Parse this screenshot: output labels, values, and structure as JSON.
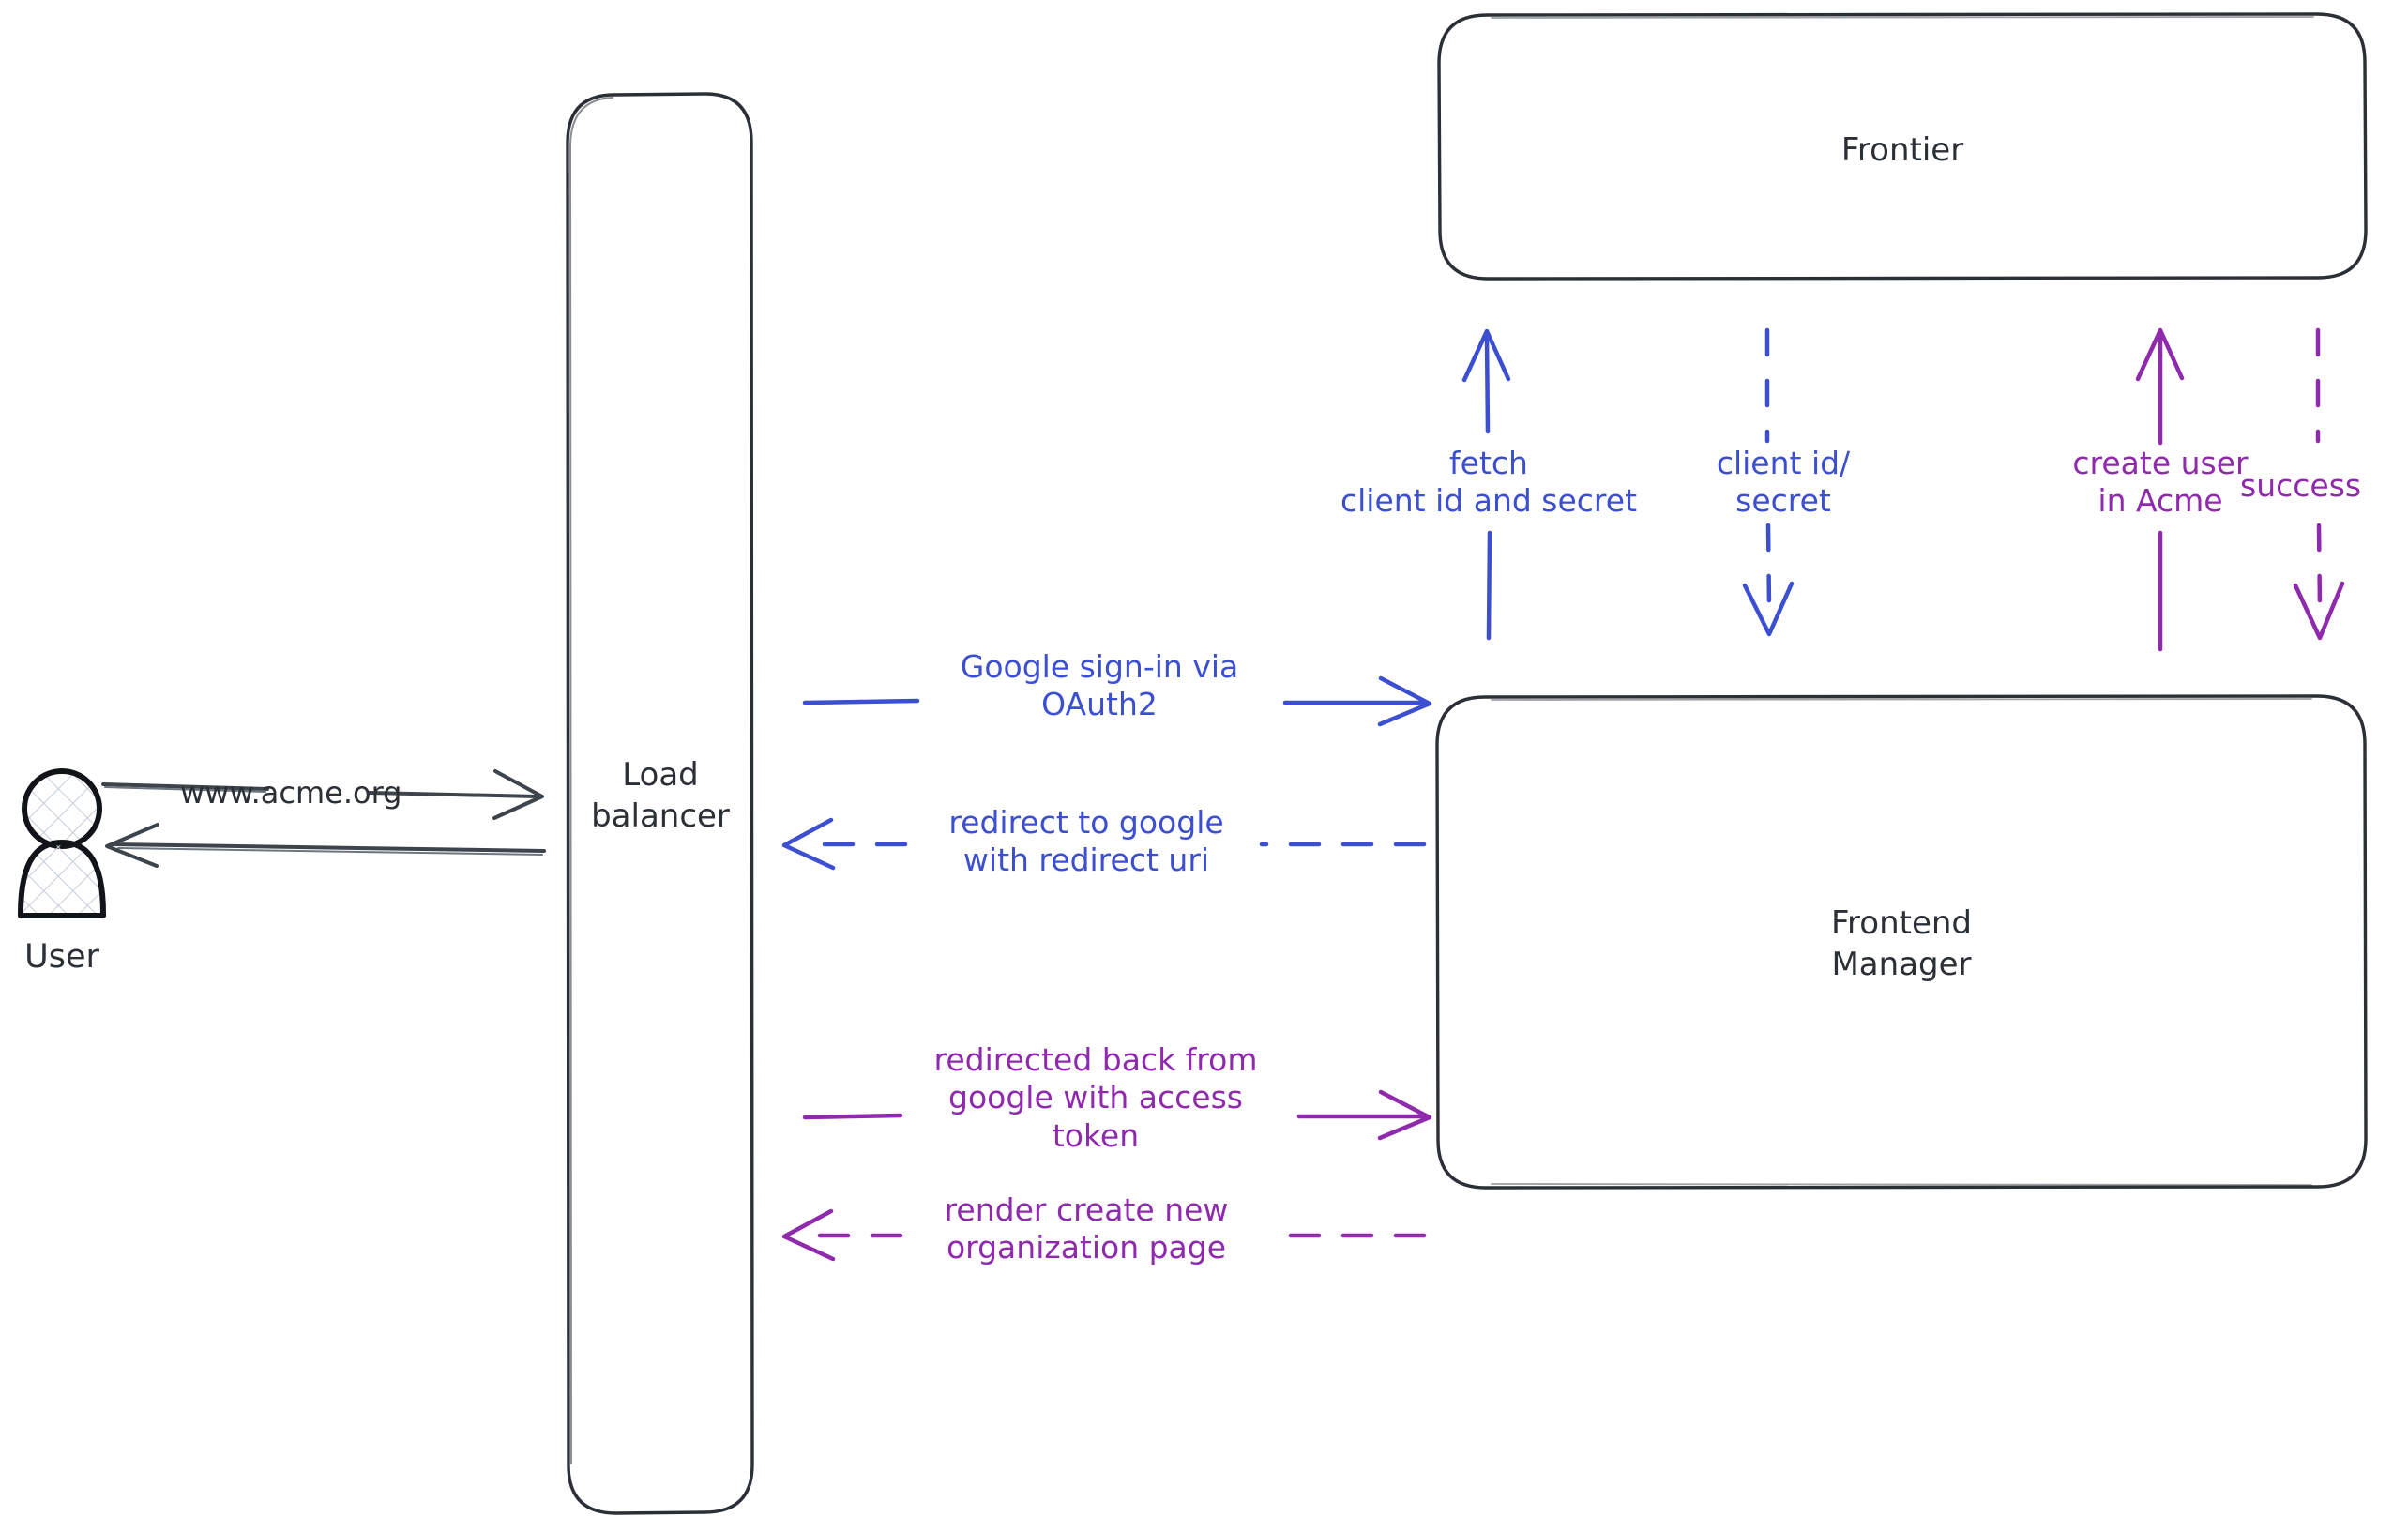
{
  "diagram": {
    "title": "Google OAuth2 sign-in sequence diagram",
    "type": "architecture-sequence",
    "background_color": "#ffffff",
    "colors": {
      "stroke_dark": "#2b2f36",
      "blue": "#3b4fd0",
      "purple": "#8f2aad"
    }
  },
  "actors": {
    "user": {
      "label": "User",
      "icon": "person-icon"
    }
  },
  "nodes": [
    {
      "id": "load-balancer",
      "label": "Load\nbalancer",
      "shape": "rounded-rect"
    },
    {
      "id": "frontier",
      "label": "Frontier",
      "shape": "rounded-rect"
    },
    {
      "id": "frontend-manager",
      "label": "Frontend\nManager",
      "shape": "rounded-rect"
    }
  ],
  "edges": [
    {
      "id": "user-to-lb",
      "label": "www.acme.org",
      "color": "#2b2f36",
      "style": "solid",
      "direction": "right",
      "from": "user",
      "to": "load-balancer"
    },
    {
      "id": "lb-to-user",
      "label": "",
      "color": "#2b2f36",
      "style": "solid",
      "direction": "left",
      "from": "load-balancer",
      "to": "user"
    },
    {
      "id": "lb-to-fm-signin",
      "label": "Google sign-in via\nOAuth2",
      "color": "#3b4fd0",
      "style": "solid",
      "direction": "right",
      "from": "load-balancer",
      "to": "frontend-manager"
    },
    {
      "id": "fm-to-lb-redirect",
      "label": "redirect to google\nwith redirect uri",
      "color": "#3b4fd0",
      "style": "dashed",
      "direction": "left",
      "from": "frontend-manager",
      "to": "load-balancer"
    },
    {
      "id": "lb-to-fm-token",
      "label": "redirected back from\ngoogle with access\ntoken",
      "color": "#8f2aad",
      "style": "solid",
      "direction": "right",
      "from": "load-balancer",
      "to": "frontend-manager"
    },
    {
      "id": "fm-to-lb-render",
      "label": "render create new\norganization page",
      "color": "#8f2aad",
      "style": "dashed",
      "direction": "left",
      "from": "frontend-manager",
      "to": "load-balancer"
    },
    {
      "id": "fm-to-frontier-fetch",
      "label": "fetch\nclient id and secret",
      "color": "#3b4fd0",
      "style": "solid",
      "direction": "up",
      "from": "frontend-manager",
      "to": "frontier"
    },
    {
      "id": "frontier-to-fm-creds",
      "label": "client id/\nsecret",
      "color": "#3b4fd0",
      "style": "dashed",
      "direction": "down",
      "from": "frontier",
      "to": "frontend-manager"
    },
    {
      "id": "fm-to-frontier-create-user",
      "label": "create user\nin Acme",
      "color": "#8f2aad",
      "style": "solid",
      "direction": "up",
      "from": "frontend-manager",
      "to": "frontier"
    },
    {
      "id": "frontier-to-fm-success",
      "label": "success",
      "color": "#8f2aad",
      "style": "dashed",
      "direction": "down",
      "from": "frontier",
      "to": "frontend-manager"
    }
  ]
}
